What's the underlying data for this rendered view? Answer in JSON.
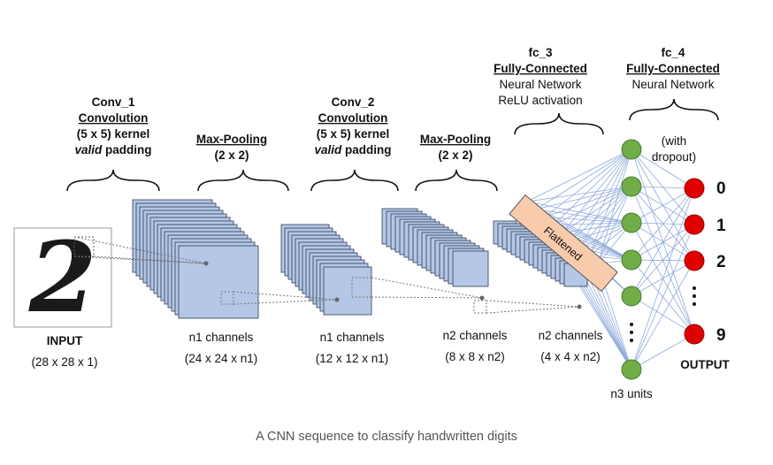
{
  "caption": "A CNN sequence to classify handwritten digits",
  "input": {
    "digit": "2",
    "title": "INPUT",
    "size": "(28 x 28 x 1)"
  },
  "conv1": {
    "name": "Conv_1",
    "type": "Convolution",
    "kernel": "(5 x 5) kernel",
    "padding_word": "valid",
    "padding_rest": " padding",
    "channels": "n1 channels",
    "dims": "(24 x 24 x n1)"
  },
  "pool1": {
    "type": "Max-Pooling",
    "size": "(2 x 2)",
    "channels": "n1 channels",
    "dims": "(12 x 12 x n1)"
  },
  "conv2": {
    "name": "Conv_2",
    "type": "Convolution",
    "kernel": "(5 x 5) kernel",
    "padding_word": "valid",
    "padding_rest": " padding",
    "channels": "n2 channels",
    "dims": "(8 x 8 x n2)"
  },
  "pool2": {
    "type": "Max-Pooling",
    "size": "(2 x 2)",
    "channels": "n2 channels",
    "dims": "(4 x 4 x n2)"
  },
  "flatten": {
    "label": "Flattened"
  },
  "fc3": {
    "name": "fc_3",
    "type": "Fully-Connected",
    "desc1": "Neural Network",
    "desc2": "ReLU activation",
    "units": "n3 units"
  },
  "fc4": {
    "name": "fc_4",
    "type": "Fully-Connected",
    "desc1": "Neural Network",
    "dropout1": "(with",
    "dropout2": "dropout)"
  },
  "output": {
    "title": "OUTPUT",
    "labels": [
      "0",
      "1",
      "2",
      "9"
    ]
  },
  "colors": {
    "feature_map_fill": "#b4c7e7",
    "feature_map_stroke": "#2f3b52",
    "hidden_node": "#70ad47",
    "output_node": "#e00000",
    "flatten_fill": "#f8cbad",
    "connection": "#8faadc"
  }
}
